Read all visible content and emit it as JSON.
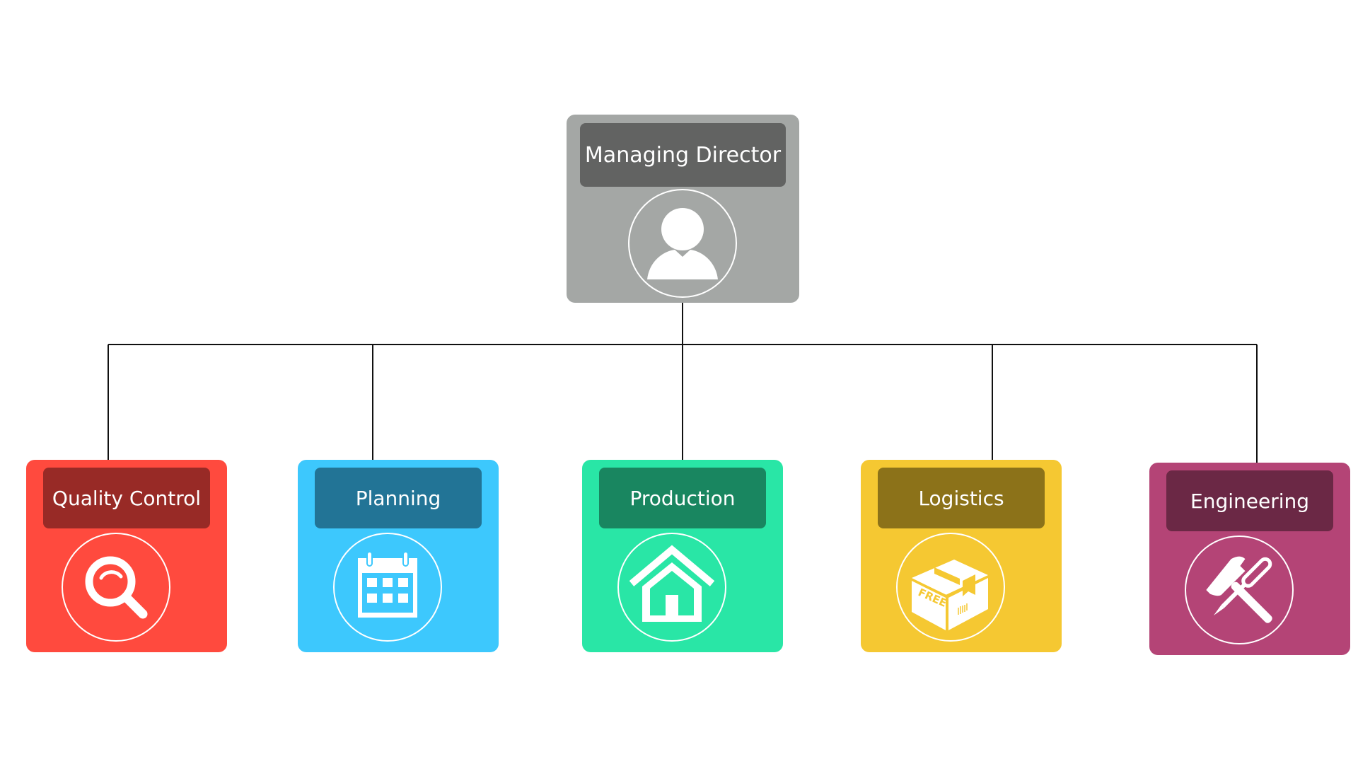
{
  "chart": {
    "root": {
      "title": "Managing Director",
      "icon": "person-icon",
      "color": "#a4a7a5",
      "title_color": "#626362"
    },
    "departments": [
      {
        "title": "Quality Control",
        "icon": "magnifier-icon",
        "color": "#ff4a3e",
        "title_color": "#982a26"
      },
      {
        "title": "Planning",
        "icon": "calendar-icon",
        "color": "#3dc8fd",
        "title_color": "#227496"
      },
      {
        "title": "Production",
        "icon": "house-icon",
        "color": "#29e6a6",
        "title_color": "#198660"
      },
      {
        "title": "Logistics",
        "icon": "free-box-icon",
        "color": "#f5c832",
        "title_color": "#8c7219",
        "icon_text": "FREE"
      },
      {
        "title": "Engineering",
        "icon": "hammer-screwdriver-icon",
        "color": "#b44476",
        "title_color": "#6b2845"
      }
    ],
    "connector_color": "#111111"
  }
}
